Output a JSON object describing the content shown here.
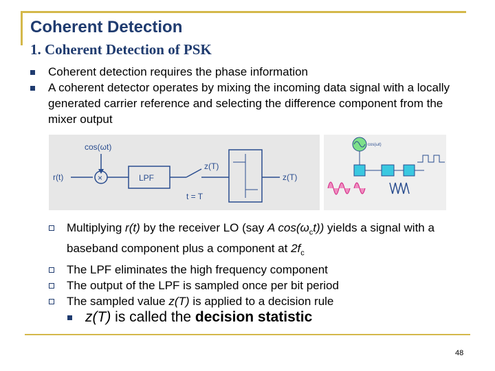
{
  "slide": {
    "title": "Coherent Detection",
    "subtitle": "1. Coherent Detection of PSK",
    "page_number": "48"
  },
  "bullets": [
    "Coherent detection requires the phase information",
    "A coherent detector operates by mixing the incoming data signal with a locally generated carrier reference and selecting the difference component from the mixer output"
  ],
  "figure": {
    "left": {
      "lo_label": "cos(ωt)",
      "input_label": "r(t)",
      "lpf_label": "LPF",
      "sampler_label": "z(T)",
      "sampling_time": "t = T",
      "output_label": "z(T)"
    },
    "right": {
      "lo_label": "cos(ωt)"
    }
  },
  "sub_bullets": {
    "item1": {
      "a": "Multiplying ",
      "rt": "r(t)",
      "b": " by the receiver LO (say ",
      "acos": "A cos(ω",
      "c_sub": "c",
      "t_close": "t))",
      "c": " yields a signal with a baseband component plus a component at ",
      "two_f": "2f",
      "f_sub": "c"
    },
    "item2": "The LPF eliminates the high frequency component",
    "item3": "The output of the LPF is sampled once per bit period",
    "item4": {
      "a": "The sampled value ",
      "zt": "z(T)",
      "b": " is applied to a decision rule"
    }
  },
  "decision": {
    "zt": "z(T)",
    "text": " is called the ",
    "bold": "decision statistic"
  },
  "colors": {
    "accent": "#d4b84a",
    "title": "#1f3b6f",
    "diagram_blue": "#2a4d8f"
  }
}
